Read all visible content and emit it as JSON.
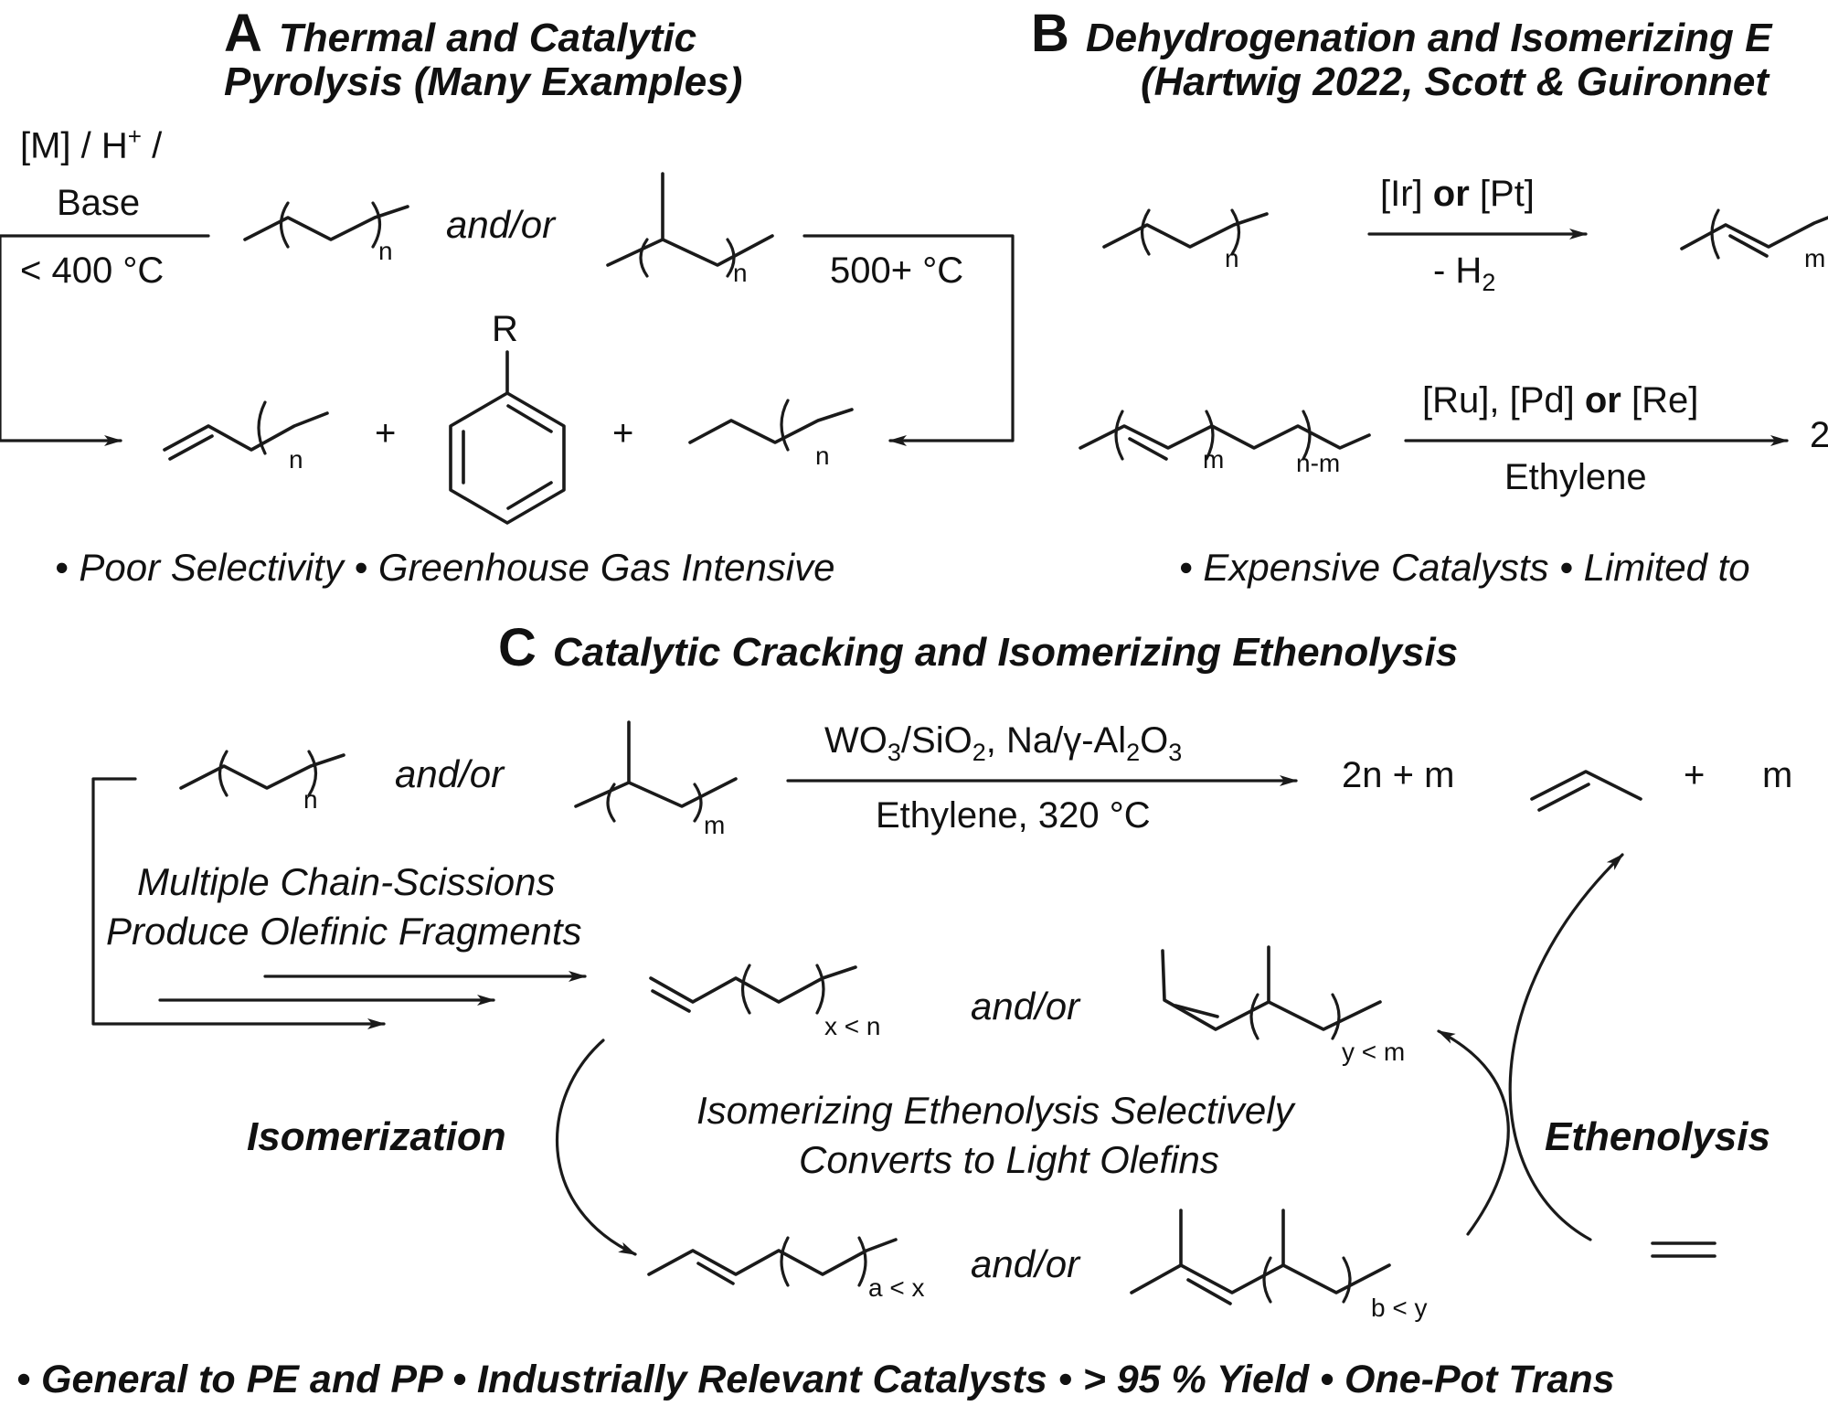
{
  "panel_a": {
    "letter": "A",
    "title_l1": "Thermal and Catalytic",
    "title_l2": "Pyrolysis (Many Examples)",
    "cond_left_1": "[M] / H",
    "cond_left_1_sup": "+",
    "cond_left_1_tail": " /",
    "cond_left_2": "Base",
    "cond_left_3": "< 400 °C",
    "and_or": "and/or",
    "cond_right": "500+ °C",
    "R": "R",
    "plus": "+",
    "n": "n",
    "bullets": "• Poor Selectivity  • Greenhouse Gas Intensive"
  },
  "panel_b": {
    "letter": "B",
    "title_l1": "Dehydrogenation and Isomerizing E",
    "title_l2": "(Hartwig 2022, Scott & Guironnet",
    "cat1_a": "[Ir] ",
    "cat1_or": "or",
    "cat1_b": " [Pt]",
    "cat1_below": "- H",
    "cat1_below_sub": "2",
    "cat2_a": "[Ru], [Pd] ",
    "cat2_or": "or",
    "cat2_b": " [Re]",
    "cat2_below": "Ethylene",
    "n": "n",
    "m": "m",
    "n_minus_m": "n-m",
    "product_coeff": "2",
    "bullets": "• Expensive Catalysts • Limited to"
  },
  "panel_c": {
    "letter": "C",
    "title": "Catalytic Cracking and Isomerizing Ethenolysis",
    "and_or": "and/or",
    "n": "n",
    "m": "m",
    "cond_top_1": "WO",
    "cond_top_1_sub": "3",
    "cond_top_2": "/SiO",
    "cond_top_2_sub": "2",
    "cond_top_3": ", Na/γ-Al",
    "cond_top_3_sub": "2",
    "cond_top_4": "O",
    "cond_top_4_sub": "3",
    "cond_bottom": "Ethylene, 320 °C",
    "coeff_left": "2n + m",
    "plus": "+",
    "coeff_right": "m",
    "scission_l1": "Multiple Chain-Scissions",
    "scission_l2": "Produce Olefinic Fragments",
    "x_lt_n": "x < n",
    "y_lt_m": "y < m",
    "a_lt_x": "a < x",
    "b_lt_y": "b < y",
    "isomerization": "Isomerization",
    "ethenolysis": "Ethenolysis",
    "center_l1": "Isomerizing Ethenolysis Selectively",
    "center_l2": "Converts to Light Olefins",
    "footer": "• General to PE and PP  • Industrially Relevant Catalysts  • > 95 % Yield  • One-Pot Trans"
  }
}
